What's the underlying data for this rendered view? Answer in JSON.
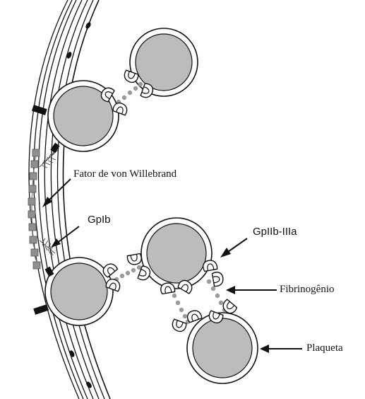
{
  "labels": {
    "vwf": "Fator de von Willebrand",
    "gpib": "GpIb",
    "gpiibiiia": "GpIIb-IIIa",
    "fibrinogen": "Fibrinogênio",
    "platelet": "Plaqueta"
  },
  "colors": {
    "line": "#111111",
    "platelet_core": "#bcbcbc",
    "dots": "#9a9a9a",
    "vwf_squares": "#8f8f8f",
    "background": "#ffffff"
  }
}
